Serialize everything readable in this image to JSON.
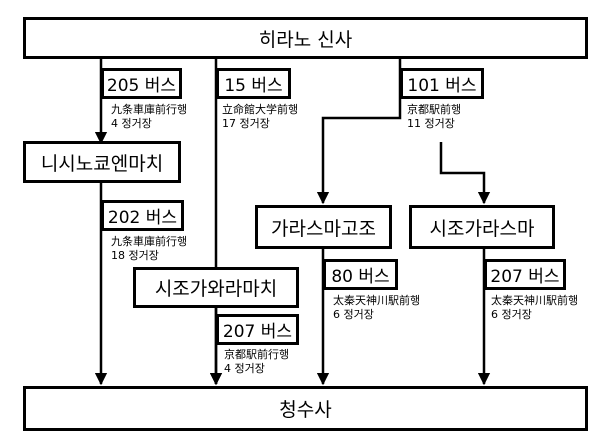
{
  "stations": {
    "hirano": "히라노 신사",
    "nishinokyo": "니시노쿄엔마치",
    "karasuma_gojo": "가라스마고조",
    "shijo_karasuma": "시조가라스마",
    "shijo_kawaramachi": "시조가와라마치",
    "kiyomizu": "청수사"
  },
  "routes": [
    {
      "bus": "205 버스",
      "dest": "九条車庫前行행",
      "stops": "4 정거장"
    },
    {
      "bus": "15 버스",
      "dest": "立命館大学前행",
      "stops": "17 정거장"
    },
    {
      "bus": "101 버스",
      "dest": "京都駅前행",
      "stops": "11 정거장"
    },
    {
      "bus": "202 버스",
      "dest": "九条車庫前行행",
      "stops": "18 정거장"
    },
    {
      "bus": "80 버스",
      "dest": "太秦天神川駅前행",
      "stops": "6 정거장"
    },
    {
      "bus": "207 버스",
      "dest": "太秦天神川駅前행",
      "stops": "6 정거장"
    },
    {
      "bus": "207 버스",
      "dest": "京都駅前行행",
      "stops": "4 정거장"
    }
  ]
}
